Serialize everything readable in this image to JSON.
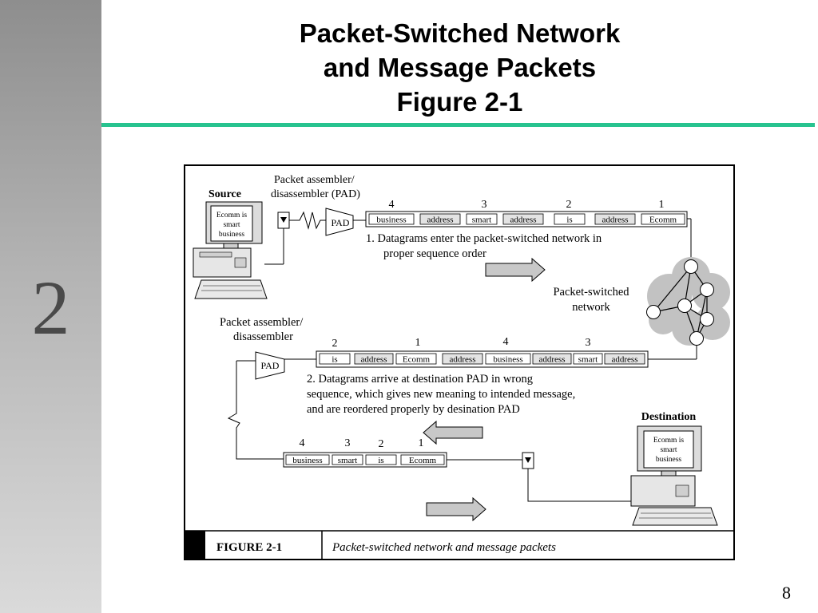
{
  "slide": {
    "chapter_number": "2",
    "title_lines": [
      "Packet-Switched Network",
      "and Message Packets",
      "Figure 2-1"
    ],
    "page_number": "8",
    "rule_color": "#27c38f"
  },
  "figure": {
    "source_label": "Source",
    "destination_label": "Destination",
    "screen_text_lines": [
      "Ecomm is",
      "smart",
      "business"
    ],
    "pad_label_top_lines": [
      "Packet assembler/",
      "disassembler (PAD)"
    ],
    "pad_label_mid_lines": [
      "Packet assembler/",
      "disassembler"
    ],
    "pad_short": "PAD",
    "network_label_lines": [
      "Packet-switched",
      "network"
    ],
    "row1": {
      "cells": [
        "business",
        "address",
        "smart",
        "address",
        "is",
        "address",
        "Ecomm"
      ],
      "numbers": [
        "4",
        "3",
        "2",
        "1"
      ]
    },
    "row1_caption_lines": [
      "1. Datagrams enter the packet-switched network in",
      "proper sequence order"
    ],
    "row2": {
      "cells": [
        "is",
        "address",
        "Ecomm",
        "address",
        "business",
        "address",
        "smart",
        "address"
      ],
      "numbers": [
        "2",
        "1",
        "4",
        "3"
      ]
    },
    "row2_caption_lines": [
      "2. Datagrams arrive at destination PAD in wrong",
      "sequence, which gives new meaning to intended message,",
      "and are reordered properly by desination PAD"
    ],
    "row3": {
      "cells": [
        "business",
        "smart",
        "is",
        "Ecomm"
      ],
      "numbers": [
        "4",
        "3",
        "2",
        "1"
      ]
    },
    "caption_label": "FIGURE 2-1",
    "caption_text": "Packet-switched network and message packets"
  }
}
